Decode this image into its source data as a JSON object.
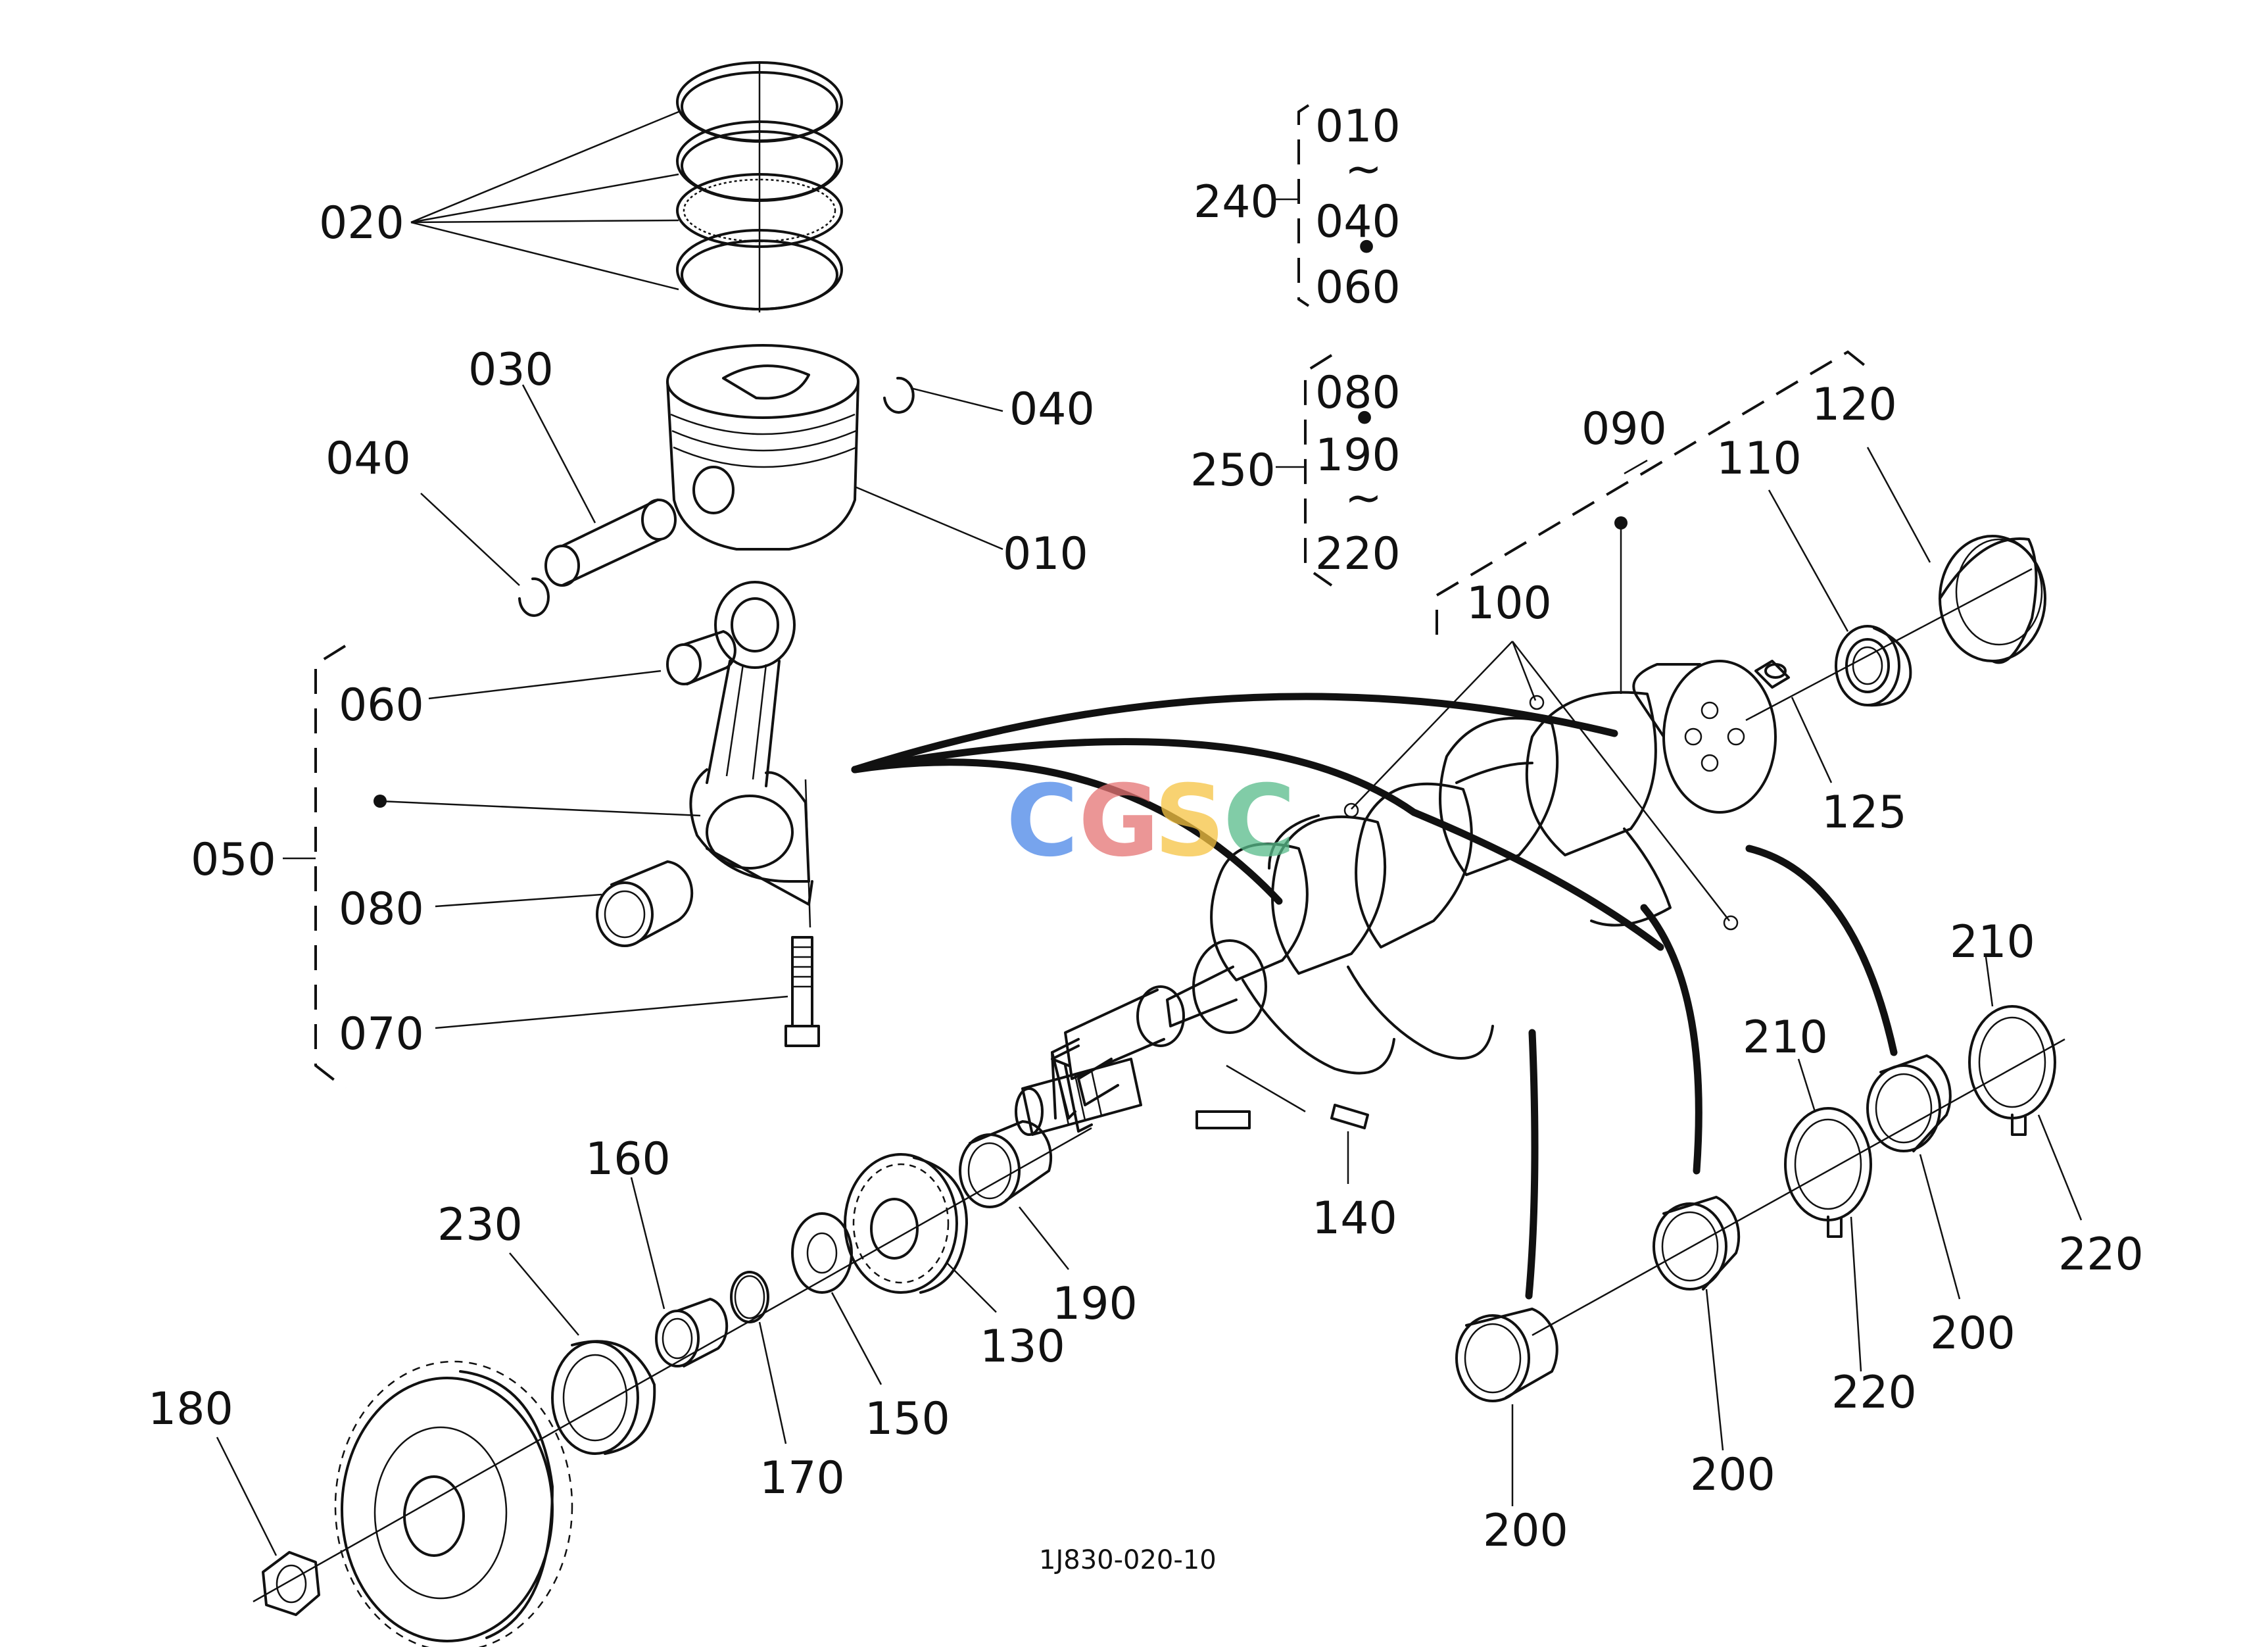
{
  "labels": {
    "p020": "020",
    "p030": "030",
    "p040a": "040",
    "p040b": "040",
    "p010": "010",
    "p060": "060",
    "p050": "050",
    "p080": "080",
    "p070": "070",
    "k240": "240",
    "k240_a": "010",
    "k240_b": "040",
    "k240_c": "060",
    "k250": "250",
    "k250_a": "080",
    "k250_b": "190",
    "k250_c": "220",
    "p090": "090",
    "p100": "100",
    "p110": "110",
    "p120": "120",
    "p125": "125",
    "p210a": "210",
    "p210b": "210",
    "p220a": "220",
    "p220b": "220",
    "p200a": "200",
    "p200b": "200",
    "p200c": "200",
    "p140": "140",
    "p190": "190",
    "p130": "130",
    "p150": "150",
    "p160": "160",
    "p170": "170",
    "p230": "230",
    "p180": "180"
  },
  "symbols": {
    "tilde": "~",
    "dot": "•"
  },
  "drawing_code": "1J830-020-10",
  "watermark": {
    "letters": [
      "C",
      "G",
      "S",
      "C"
    ],
    "colors": [
      "#4a86e8",
      "#e57373",
      "#f6c342",
      "#57bb8a"
    ]
  },
  "icons": [
    "piston-ring-icon",
    "piston-icon",
    "piston-pin-icon",
    "circlip-icon",
    "connecting-rod-icon",
    "bearing-icon",
    "bolt-icon",
    "crankshaft-icon",
    "gear-icon",
    "pulley-icon",
    "nut-icon"
  ]
}
